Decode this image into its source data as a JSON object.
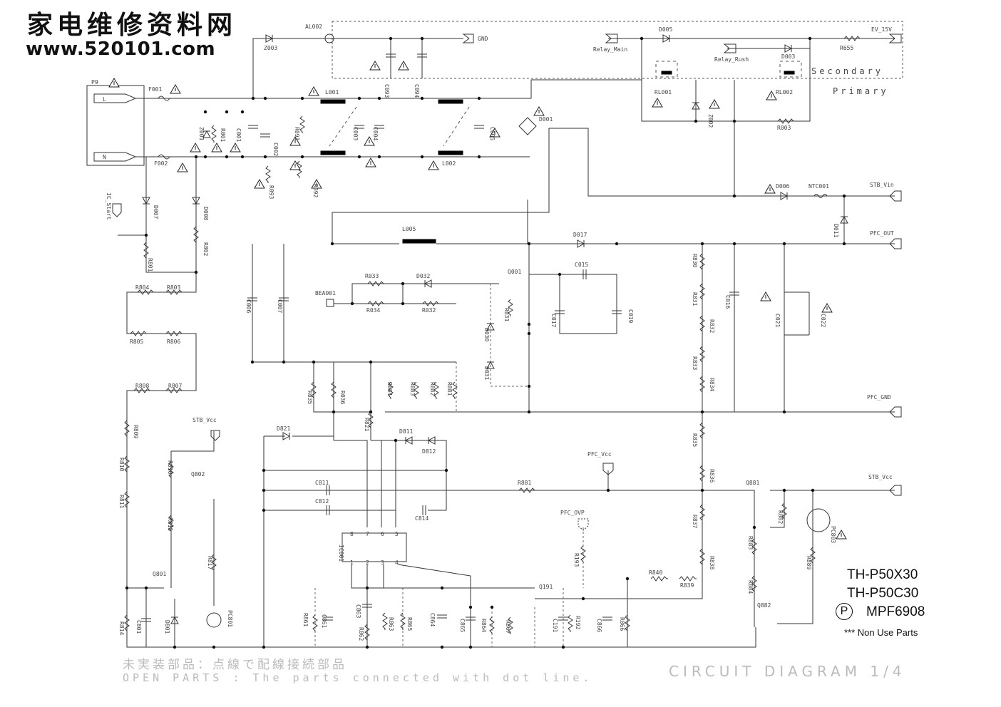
{
  "watermark": {
    "chinese": "家电维修资料网",
    "url": "www.520101.com"
  },
  "diagram": {
    "title": "CIRCUIT DIAGRAM 1/4",
    "models": [
      "TH-P50X30",
      "TH-P50C30"
    ],
    "part_prefix": "P",
    "part_number": "MPF6908",
    "non_use_note": "*** Non Use Parts",
    "open_parts_jp": "未実装部品：点線で配線接続部品",
    "open_parts_en": "OPEN PARTS  :  The parts connected with dot line."
  },
  "labels": [
    {
      "id": "P9",
      "t": "P9"
    },
    {
      "id": "L",
      "t": "L"
    },
    {
      "id": "N",
      "t": "N"
    },
    {
      "id": "F001",
      "t": "F001"
    },
    {
      "id": "F002",
      "t": "F002"
    },
    {
      "id": "Z003",
      "t": "Z003"
    },
    {
      "id": "AL002",
      "t": "AL002"
    },
    {
      "id": "GND",
      "t": "GND"
    },
    {
      "id": "C093",
      "t": "C093"
    },
    {
      "id": "C094",
      "t": "C094"
    },
    {
      "id": "D005",
      "t": "D005"
    },
    {
      "id": "Relay_Main",
      "t": "Relay_Main"
    },
    {
      "id": "EV_15V",
      "t": "EV_15V"
    },
    {
      "id": "R655",
      "t": "R655"
    },
    {
      "id": "Relay_Rush",
      "t": "Relay_Rush"
    },
    {
      "id": "D003",
      "t": "D003"
    },
    {
      "id": "Secondary",
      "t": "Secondary"
    },
    {
      "id": "Primary",
      "t": "Primary"
    },
    {
      "id": "RL001",
      "t": "RL001"
    },
    {
      "id": "Z002",
      "t": "Z002"
    },
    {
      "id": "RL002",
      "t": "RL002"
    },
    {
      "id": "R003",
      "t": "R003"
    },
    {
      "id": "L001",
      "t": "L001"
    },
    {
      "id": "Z001",
      "t": "Z001"
    },
    {
      "id": "R001",
      "t": "R001"
    },
    {
      "id": "C001",
      "t": "C001"
    },
    {
      "id": "C002",
      "t": "C002"
    },
    {
      "id": "R091",
      "t": "R091"
    },
    {
      "id": "C003",
      "t": "C003"
    },
    {
      "id": "C004",
      "t": "C004"
    },
    {
      "id": "C005",
      "t": "C005"
    },
    {
      "id": "D001",
      "t": "D001"
    },
    {
      "id": "L002",
      "t": "L002"
    },
    {
      "id": "R093",
      "t": "R093"
    },
    {
      "id": "R092",
      "t": "R092"
    },
    {
      "id": "IC_Start",
      "t": "IC_Start"
    },
    {
      "id": "D007",
      "t": "D007"
    },
    {
      "id": "D008",
      "t": "D008"
    },
    {
      "id": "R801",
      "t": "R801"
    },
    {
      "id": "R802",
      "t": "R802"
    },
    {
      "id": "D006",
      "t": "D006"
    },
    {
      "id": "NTC001",
      "t": "NTC001"
    },
    {
      "id": "STB_Vin",
      "t": "STB_Vin"
    },
    {
      "id": "D011",
      "t": "D011"
    },
    {
      "id": "L005",
      "t": "L005"
    },
    {
      "id": "D017",
      "t": "D017"
    },
    {
      "id": "PFC_OUT",
      "t": "PFC_OUT"
    },
    {
      "id": "R804",
      "t": "R804"
    },
    {
      "id": "R803",
      "t": "R803"
    },
    {
      "id": "R033",
      "t": "R033"
    },
    {
      "id": "D032",
      "t": "D032"
    },
    {
      "id": "Q001",
      "t": "Q001"
    },
    {
      "id": "C015",
      "t": "C015"
    },
    {
      "id": "R830",
      "t": "R830"
    },
    {
      "id": "C006",
      "t": "C006"
    },
    {
      "id": "C007",
      "t": "C007"
    },
    {
      "id": "BEA001",
      "t": "BEA001"
    },
    {
      "id": "R034",
      "t": "R034"
    },
    {
      "id": "R032",
      "t": "R032"
    },
    {
      "id": "R031",
      "t": "R031"
    },
    {
      "id": "C017",
      "t": "C017"
    },
    {
      "id": "C019",
      "t": "C019"
    },
    {
      "id": "R831",
      "t": "R831"
    },
    {
      "id": "C016",
      "t": "C016"
    },
    {
      "id": "R832",
      "t": "R832"
    },
    {
      "id": "C021",
      "t": "C021"
    },
    {
      "id": "C022",
      "t": "C022"
    },
    {
      "id": "D030",
      "t": "D030"
    },
    {
      "id": "R805",
      "t": "R805"
    },
    {
      "id": "R806",
      "t": "R806"
    },
    {
      "id": "D031",
      "t": "D031"
    },
    {
      "id": "R833",
      "t": "R833"
    },
    {
      "id": "R834",
      "t": "R834"
    },
    {
      "id": "R808",
      "t": "R808"
    },
    {
      "id": "R807",
      "t": "R807"
    },
    {
      "id": "R035",
      "t": "R035"
    },
    {
      "id": "R036",
      "t": "R036"
    },
    {
      "id": "R084",
      "t": "R084"
    },
    {
      "id": "R083",
      "t": "R083"
    },
    {
      "id": "R082",
      "t": "R082"
    },
    {
      "id": "R081",
      "t": "R081"
    },
    {
      "id": "PFC_GND",
      "t": "PFC_GND"
    },
    {
      "id": "R809",
      "t": "R809"
    },
    {
      "id": "R821",
      "t": "R821"
    },
    {
      "id": "STB_Vcc1",
      "t": "STB_Vcc"
    },
    {
      "id": "D821",
      "t": "D821"
    },
    {
      "id": "D811",
      "t": "D811"
    },
    {
      "id": "D812",
      "t": "D812"
    },
    {
      "id": "R835",
      "t": "R835"
    },
    {
      "id": "R810",
      "t": "R810"
    },
    {
      "id": "R816",
      "t": "R816"
    },
    {
      "id": "PFC_Vcc",
      "t": "PFC_Vcc"
    },
    {
      "id": "Q802",
      "t": "Q802"
    },
    {
      "id": "R836",
      "t": "R836"
    },
    {
      "id": "C811",
      "t": "C811"
    },
    {
      "id": "R881",
      "t": "R881"
    },
    {
      "id": "Q881",
      "t": "Q881"
    },
    {
      "id": "STB_Vcc2",
      "t": "STB_Vcc"
    },
    {
      "id": "R811",
      "t": "R811"
    },
    {
      "id": "C812",
      "t": "C812"
    },
    {
      "id": "R882",
      "t": "R882"
    },
    {
      "id": "C814",
      "t": "C814"
    },
    {
      "id": "PFC_OVP",
      "t": "PFC_OVP"
    },
    {
      "id": "R815",
      "t": "R815"
    },
    {
      "id": "R837",
      "t": "R837"
    },
    {
      "id": "PC803",
      "t": "PC803"
    },
    {
      "id": "pin8",
      "t": "8"
    },
    {
      "id": "pin7",
      "t": "7"
    },
    {
      "id": "pin6",
      "t": "6"
    },
    {
      "id": "pin5",
      "t": "5"
    },
    {
      "id": "R883",
      "t": "R883"
    },
    {
      "id": "IC001",
      "t": "IC001"
    },
    {
      "id": "R817",
      "t": "R817"
    },
    {
      "id": "pin1",
      "t": "1"
    },
    {
      "id": "pin2",
      "t": "2"
    },
    {
      "id": "pin3",
      "t": "3"
    },
    {
      "id": "pin4",
      "t": "4"
    },
    {
      "id": "R193",
      "t": "R193"
    },
    {
      "id": "R838",
      "t": "R838"
    },
    {
      "id": "R889",
      "t": "R889"
    },
    {
      "id": "Q801",
      "t": "Q801"
    },
    {
      "id": "R840",
      "t": "R840"
    },
    {
      "id": "R839",
      "t": "R839"
    },
    {
      "id": "R884",
      "t": "R884"
    },
    {
      "id": "Q191",
      "t": "Q191"
    },
    {
      "id": "PC801",
      "t": "PC801"
    },
    {
      "id": "C801",
      "t": "C801"
    },
    {
      "id": "D801",
      "t": "D801"
    },
    {
      "id": "R861",
      "t": "R861"
    },
    {
      "id": "C861",
      "t": "C861"
    },
    {
      "id": "C863",
      "t": "C863"
    },
    {
      "id": "R862",
      "t": "R862"
    },
    {
      "id": "R863",
      "t": "R863"
    },
    {
      "id": "R865",
      "t": "R865"
    },
    {
      "id": "C864",
      "t": "C864"
    },
    {
      "id": "C865",
      "t": "C865"
    },
    {
      "id": "R864",
      "t": "R864"
    },
    {
      "id": "R867",
      "t": "R867"
    },
    {
      "id": "C191",
      "t": "C191"
    },
    {
      "id": "R192",
      "t": "R192"
    },
    {
      "id": "C866",
      "t": "C866"
    },
    {
      "id": "R866",
      "t": "R866"
    },
    {
      "id": "Q882",
      "t": "Q882"
    },
    {
      "id": "R814",
      "t": "R814"
    }
  ]
}
